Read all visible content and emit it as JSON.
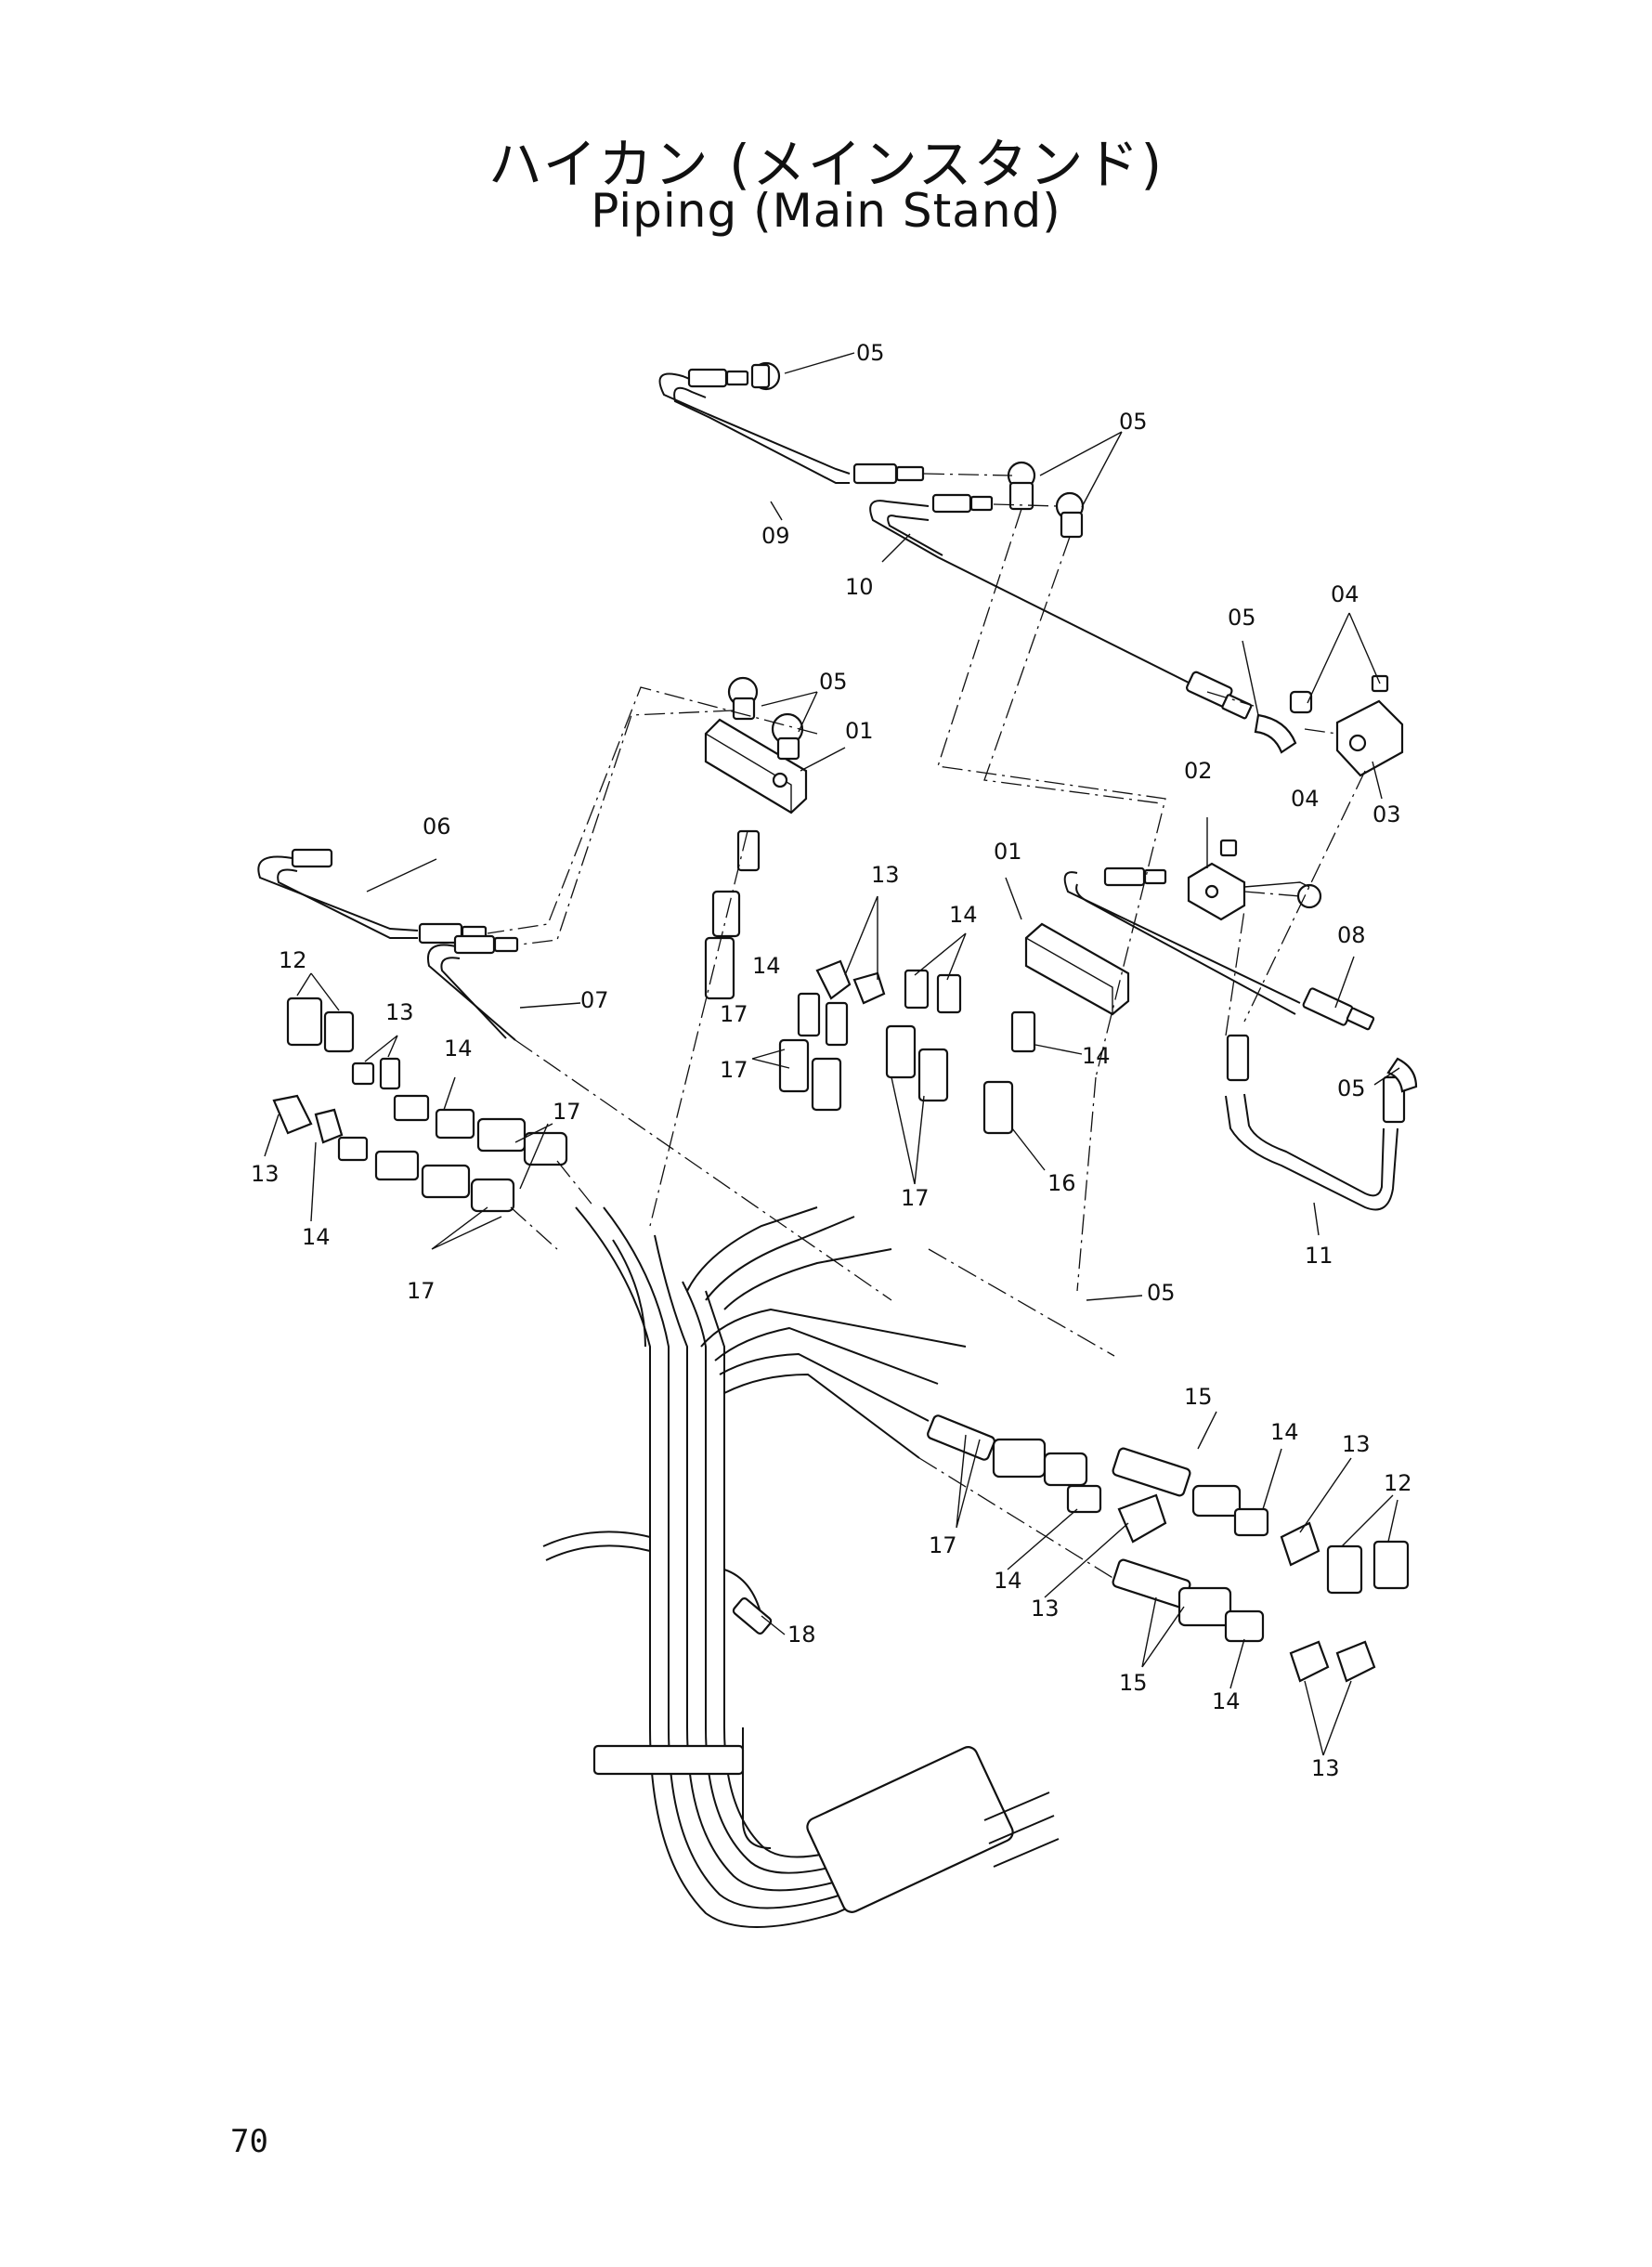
{
  "header": {
    "title_jp": "ハイカン (メインスタンド)",
    "title_en": "Piping (Main Stand)"
  },
  "page_number": "70",
  "labels": [
    {
      "id": "l05a",
      "text": "05"
    },
    {
      "id": "l05b",
      "text": "05"
    },
    {
      "id": "l09",
      "text": "09"
    },
    {
      "id": "l10",
      "text": "10"
    },
    {
      "id": "l05c",
      "text": "05"
    },
    {
      "id": "l04a",
      "text": "04"
    },
    {
      "id": "l03",
      "text": "03"
    },
    {
      "id": "l05d",
      "text": "05"
    },
    {
      "id": "l01a",
      "text": "01"
    },
    {
      "id": "l06",
      "text": "06"
    },
    {
      "id": "l07",
      "text": "07"
    },
    {
      "id": "l02",
      "text": "02"
    },
    {
      "id": "l04b",
      "text": "04"
    },
    {
      "id": "l01b",
      "text": "01"
    },
    {
      "id": "l08",
      "text": "08"
    },
    {
      "id": "l13a",
      "text": "13"
    },
    {
      "id": "l14a",
      "text": "14"
    },
    {
      "id": "l14b",
      "text": "14"
    },
    {
      "id": "l12a",
      "text": "12"
    },
    {
      "id": "l13b",
      "text": "13"
    },
    {
      "id": "l14c",
      "text": "14"
    },
    {
      "id": "l17a",
      "text": "17"
    },
    {
      "id": "l17b",
      "text": "17"
    },
    {
      "id": "l17c",
      "text": "17"
    },
    {
      "id": "l14d",
      "text": "14"
    },
    {
      "id": "l05e",
      "text": "05"
    },
    {
      "id": "l16",
      "text": "16"
    },
    {
      "id": "l13c",
      "text": "13"
    },
    {
      "id": "l14e",
      "text": "14"
    },
    {
      "id": "l17d",
      "text": "17"
    },
    {
      "id": "l17e",
      "text": "17"
    },
    {
      "id": "l11",
      "text": "11"
    },
    {
      "id": "l05f",
      "text": "05"
    },
    {
      "id": "l15a",
      "text": "15"
    },
    {
      "id": "l14f",
      "text": "14"
    },
    {
      "id": "l13d",
      "text": "13"
    },
    {
      "id": "l12b",
      "text": "12"
    },
    {
      "id": "l17f",
      "text": "17"
    },
    {
      "id": "l14g",
      "text": "14"
    },
    {
      "id": "l13e",
      "text": "13"
    },
    {
      "id": "l18",
      "text": "18"
    },
    {
      "id": "l15b",
      "text": "15"
    },
    {
      "id": "l14h",
      "text": "14"
    },
    {
      "id": "l13f",
      "text": "13"
    }
  ]
}
